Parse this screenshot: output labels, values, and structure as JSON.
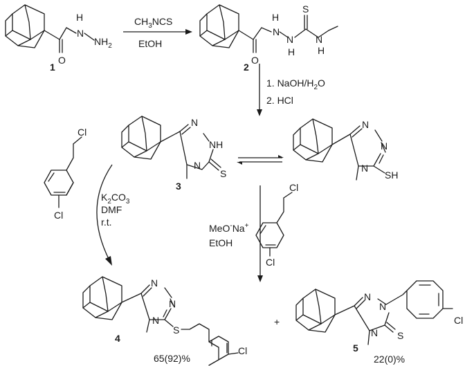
{
  "compounds": {
    "c1": "1",
    "c2": "2",
    "c3": "3",
    "c4": "4",
    "c5": "5"
  },
  "atoms": {
    "O": "O",
    "N": "N",
    "H": "H",
    "NH": "NH",
    "NH2": "NH",
    "NH2_sub": "2",
    "S": "S",
    "SH": "SH",
    "Cl": "Cl",
    "plus": "+"
  },
  "reagents": {
    "step1_top_a": "CH",
    "step1_top_sub": "3",
    "step1_top_b": "NCS",
    "step1_bottom": "EtOH",
    "step2_line1_a": "1. NaOH/H",
    "step2_line1_sub": "2",
    "step2_line1_b": "O",
    "step2_line2": "2. HCl",
    "step3_a": "K",
    "step3_a_sub": "2",
    "step3_a_b": "CO",
    "step3_a_sub2": "3",
    "step3_b": "DMF",
    "step3_c": "r.t.",
    "step4_a": "MeO",
    "step4_a_sup": "-",
    "step4_a_b": "Na",
    "step4_a_sup2": "+",
    "step4_b": "EtOH"
  },
  "yields": {
    "y4": "65(92)%",
    "y5": "22(0)%"
  }
}
